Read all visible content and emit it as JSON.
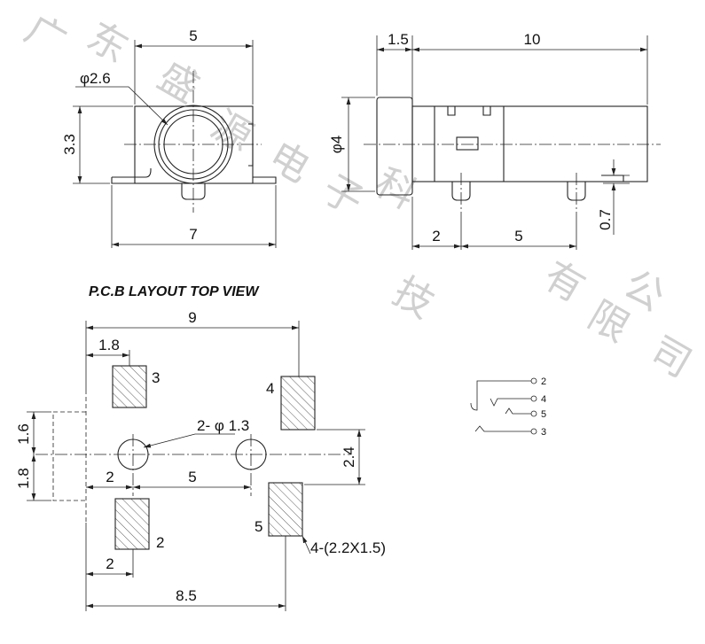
{
  "watermark": [
    "广",
    "东",
    "盛",
    "源",
    "电",
    "子",
    "科",
    "技",
    "有",
    "限",
    "公",
    "司"
  ],
  "front_view": {
    "width": "5",
    "hole": "φ2.6",
    "height": "3.3",
    "base_width": "7"
  },
  "side_view": {
    "flange": "1.5",
    "length": "10",
    "diameter": "φ4",
    "pin_offset": "2",
    "pin_spacing": "5",
    "standoff": "0.7"
  },
  "pcb_layout": {
    "title": "P.C.B LAYOUT    TOP VIEW",
    "dims": {
      "total_width": "9",
      "pad_offset": "1.8",
      "upper": "1.6",
      "lower": "1.8",
      "holes": "2- φ 1.3",
      "hole_offset": "2",
      "hole_spacing": "5",
      "pad_vspace": "2.4",
      "pad2_offset": "2",
      "width_85": "8.5",
      "pad_size": "4-(2.2X1.5)"
    },
    "pads": [
      "3",
      "4",
      "2",
      "5"
    ]
  },
  "schematic": {
    "pins": [
      "2",
      "4",
      "5",
      "3"
    ]
  }
}
